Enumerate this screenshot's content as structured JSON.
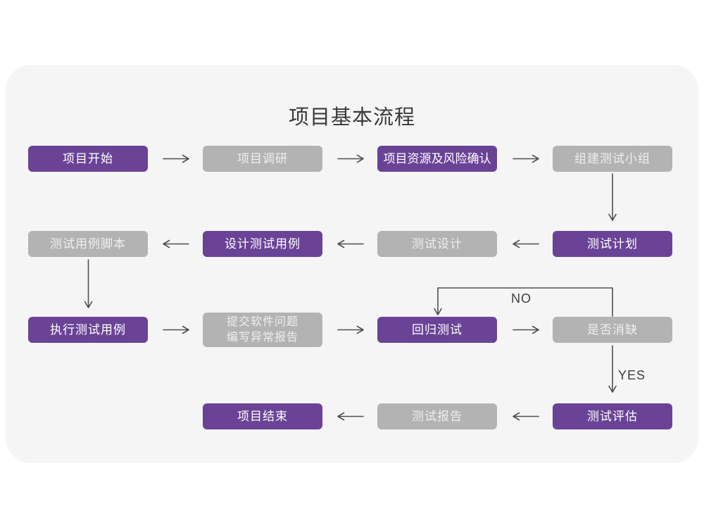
{
  "title": "项目基本流程",
  "edge_labels": {
    "no": "NO",
    "yes": "YES"
  },
  "colors": {
    "purple": "#6a4397",
    "gray": "#b4b3b4",
    "card_bg": "#f5f5f6",
    "arrow": "#4f4f4f",
    "title_text": "#3a3a3a",
    "node_text": "#ffffff"
  },
  "flow": {
    "rows": [
      [
        {
          "label": "项目开始",
          "variant": "purple"
        },
        {
          "label": "项目调研",
          "variant": "gray"
        },
        {
          "label": "项目资源及风险确认",
          "variant": "purple"
        },
        {
          "label": "组建测试小组",
          "variant": "gray"
        }
      ],
      [
        {
          "label": "测试用例脚本",
          "variant": "gray"
        },
        {
          "label": "设计测试用例",
          "variant": "purple"
        },
        {
          "label": "测试设计",
          "variant": "gray"
        },
        {
          "label": "测试计划",
          "variant": "purple"
        }
      ],
      [
        {
          "label": "执行测试用例",
          "variant": "purple"
        },
        {
          "label": "提交软件问题\n编写异常报告",
          "variant": "gray"
        },
        {
          "label": "回归测试",
          "variant": "purple"
        },
        {
          "label": "是否消缺",
          "variant": "gray"
        }
      ],
      [
        {
          "label": "项目结束",
          "variant": "purple"
        },
        {
          "label": "测试报告",
          "variant": "gray"
        },
        {
          "label": "测试评估",
          "variant": "purple"
        }
      ]
    ]
  }
}
